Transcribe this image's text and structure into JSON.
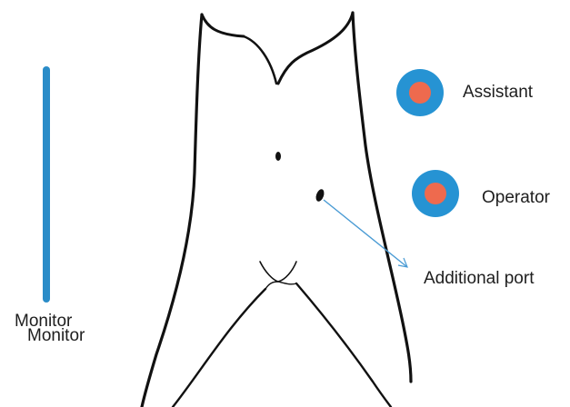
{
  "labels": {
    "monitor_primary": "Monitor",
    "monitor_secondary": "Monitor",
    "assistant": "Assistant",
    "operator": "Operator",
    "additional_port": "Additional port"
  },
  "colors": {
    "monitor_bar": "#2a8cc8",
    "port_outer": "#2693d3",
    "port_inner": "#ee6a4e",
    "pointer_line": "#4a9bd4",
    "outline": "#111111"
  }
}
